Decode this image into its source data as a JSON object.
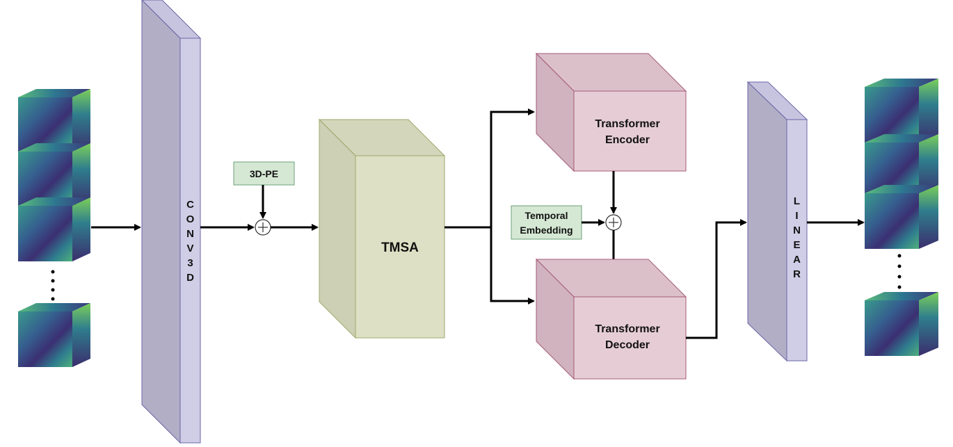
{
  "conv_block": {
    "letters": [
      "C",
      "O",
      "N",
      "V",
      "3",
      "D"
    ],
    "face_color": "#d0cde6",
    "side_color": "#b1aec6",
    "edge_color": "#6b66a8"
  },
  "linear_block": {
    "letters": [
      "L",
      "I",
      "N",
      "E",
      "A",
      "R"
    ],
    "face_color": "#d0cde6",
    "side_color": "#b1aec6",
    "edge_color": "#6b66a8"
  },
  "pe_box": {
    "label": "3D-PE",
    "fill": "#d5e8d4",
    "stroke": "#6b9f79"
  },
  "temporal_box": {
    "line1": "Temporal",
    "line2": "Embedding",
    "fill": "#d5e8d4",
    "stroke": "#6b9f79"
  },
  "tmsa_block": {
    "label": "TMSA",
    "front_color": "#dde0c4",
    "side_color": "#cdd0b4",
    "top_color": "#d3d6ba",
    "edge_color": "#9ea86c"
  },
  "encoder_block": {
    "line1": "Transformer",
    "line2": "Encoder",
    "front_color": "#e6cdd5",
    "side_color": "#d0b3bf",
    "top_color": "#dbc0ca",
    "edge_color": "#a55a78"
  },
  "decoder_block": {
    "line1": "Transformer",
    "line2": "Decoder",
    "front_color": "#e6cdd5",
    "side_color": "#d0b3bf",
    "top_color": "#dbc0ca",
    "edge_color": "#a55a78"
  },
  "sum_symbol": "+",
  "ellipsis": "⋮",
  "cube_colors": {
    "base": "#2f6a8e",
    "dark": "#3b2a6b",
    "mid": "#2a8f8a",
    "light": "#57c27a",
    "highlight": "#c8e04a"
  }
}
